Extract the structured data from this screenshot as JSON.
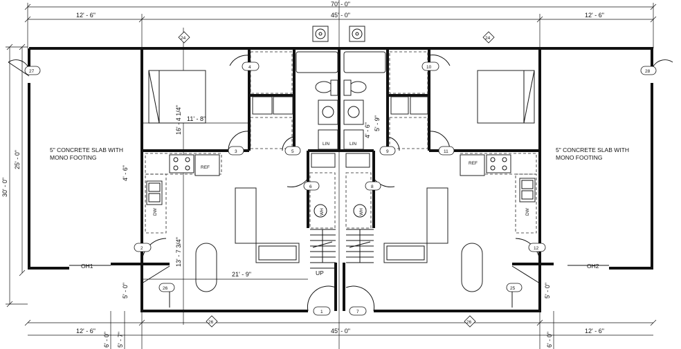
{
  "overall": {
    "top_width": "70' - 0\""
  },
  "dims": {
    "left_garage_width_top": "12' - 6\"",
    "right_garage_width_top": "12' - 6\"",
    "house_width_top": "45' - 0\"",
    "house_width_bottom": "45' - 0\"",
    "left_garage_width_bottom": "12' - 6\"",
    "right_garage_width_bottom": "12' - 6\"",
    "overall_depth": "30' - 0\"",
    "garage_depth": "25' - 0\"",
    "bedroom_width": "11' - 8\"",
    "bedroom_depth": "16' - 4 1/4\"",
    "closet_left": "4' - 6\"",
    "bath_right_a": "4' - 6\"",
    "bath_right_b": "5' - 9\"",
    "living_depth": "13' - 7 3/4\"",
    "living_width": "21' - 9\"",
    "stoop_left": "5' - 0\"",
    "stoop_right": "5' - 0\"",
    "bottom_left_a": "6' - 0\"",
    "bottom_left_b": "5' - 7\"",
    "bottom_right": "6' - 0\""
  },
  "notes": {
    "left_slab_line1": "5\" CONCRETE SLAB WITH",
    "left_slab_line2": "MONO FOOTING",
    "right_slab_line1": "5\" CONCRETE SLAB WITH",
    "right_slab_line2": "MONO FOOTING"
  },
  "labels": {
    "ref_left": "REF",
    "ref_right": "REF",
    "dw_left": "DW",
    "dw_right": "DW",
    "lin_left": "LIN",
    "lin_right": "LIN",
    "wh_left": "WH",
    "wh_right": "WH",
    "up": "UP",
    "oh1": "OH1",
    "oh2": "OH2"
  },
  "tags": {
    "t24a": "24",
    "t24b": "24",
    "t27": "27",
    "t28": "28",
    "t4": "4",
    "t10": "10",
    "t3": "3",
    "t5": "5",
    "t9": "9",
    "t11": "11",
    "t6": "6",
    "t8": "8",
    "t2": "2",
    "t12": "12",
    "t26a": "26",
    "t25": "25",
    "t26b": "26",
    "t26c": "26",
    "t1": "1",
    "t7": "7"
  }
}
